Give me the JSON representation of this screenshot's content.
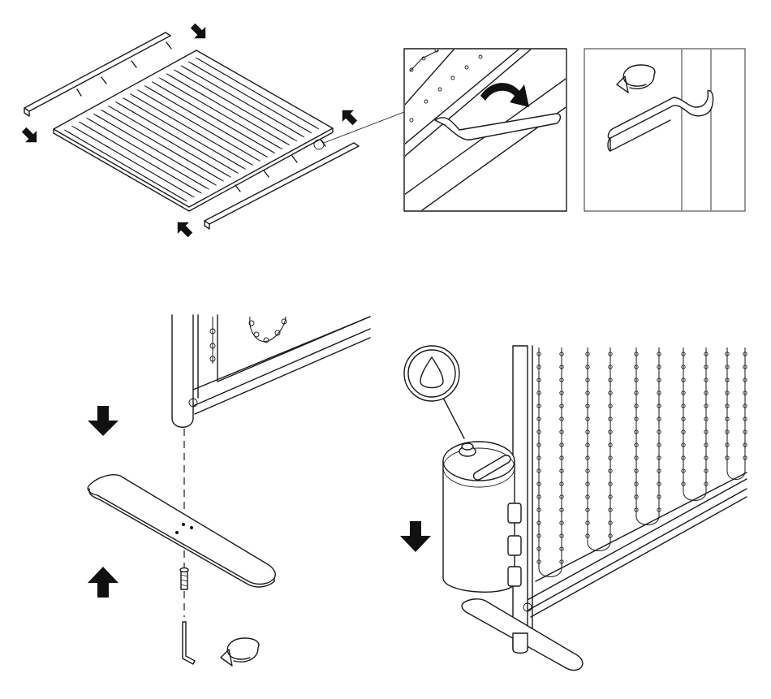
{
  "illustration": {
    "description_text": "",
    "colors": {
      "line": "#1a1a1a",
      "background": "#ffffff",
      "arrow": "#111111"
    },
    "steps": [
      {
        "id": "step-1",
        "icons": [
          "push-in-arrow-icon",
          "push-in-arrow-icon",
          "push-in-arrow-icon",
          "push-in-arrow-icon"
        ]
      },
      {
        "id": "detail-clip",
        "icons": [
          "curved-arrow-icon"
        ]
      },
      {
        "id": "detail-rotate",
        "icons": [
          "rotate-arrow-icon"
        ]
      },
      {
        "id": "step-2",
        "icons": [
          "down-arrow-icon",
          "up-arrow-icon",
          "rotate-arrow-icon"
        ]
      },
      {
        "id": "step-3",
        "icons": [
          "water-drop-icon",
          "down-arrow-icon"
        ]
      }
    ]
  }
}
